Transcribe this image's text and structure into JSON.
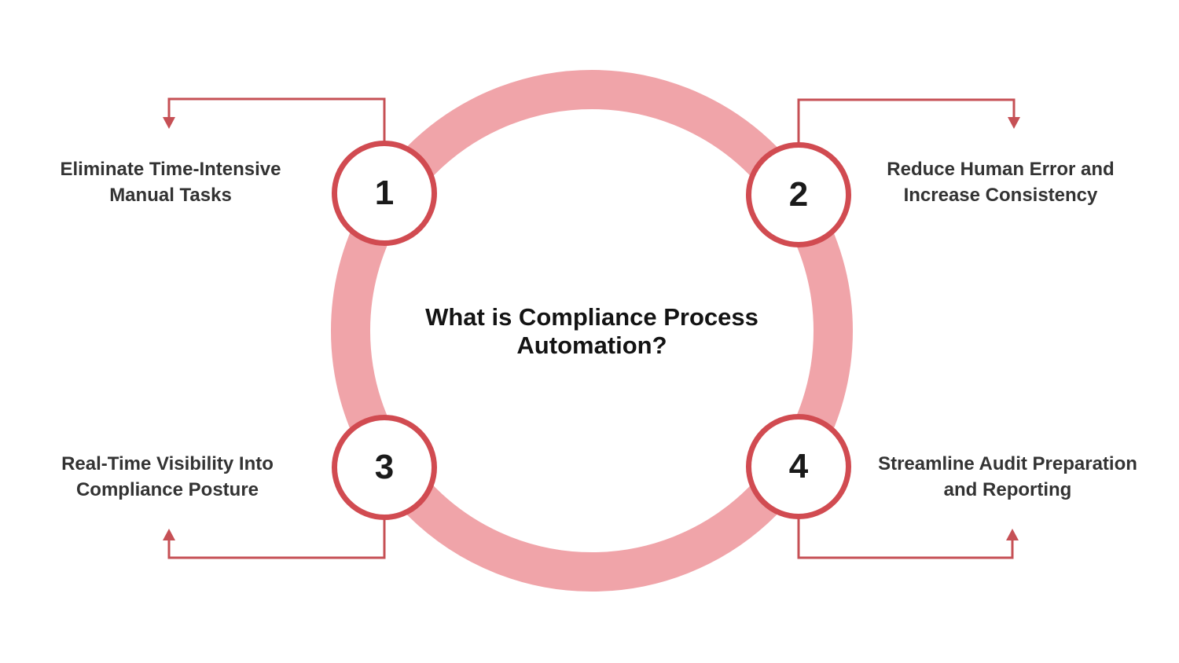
{
  "title": "What is Compliance Process Automation?",
  "nodes": [
    {
      "number": "1",
      "label": "Eliminate Time-Intensive Manual Tasks",
      "position": "top-left"
    },
    {
      "number": "2",
      "label": "Reduce Human Error and Increase Consistency",
      "position": "top-right"
    },
    {
      "number": "3",
      "label": "Real-Time Visibility Into Compliance Posture",
      "position": "bottom-left"
    },
    {
      "number": "4",
      "label": "Streamline Audit Preparation and Reporting",
      "position": "bottom-right"
    }
  ],
  "colors": {
    "ring_pink": "#f0a4a9",
    "node_border_red": "#d14b51",
    "connector_red": "#c65055",
    "title_text": "#131313",
    "label_text": "#333333",
    "background": "#ffffff",
    "node_fill": "#ffffff",
    "number_text": "#1a1a1a"
  }
}
